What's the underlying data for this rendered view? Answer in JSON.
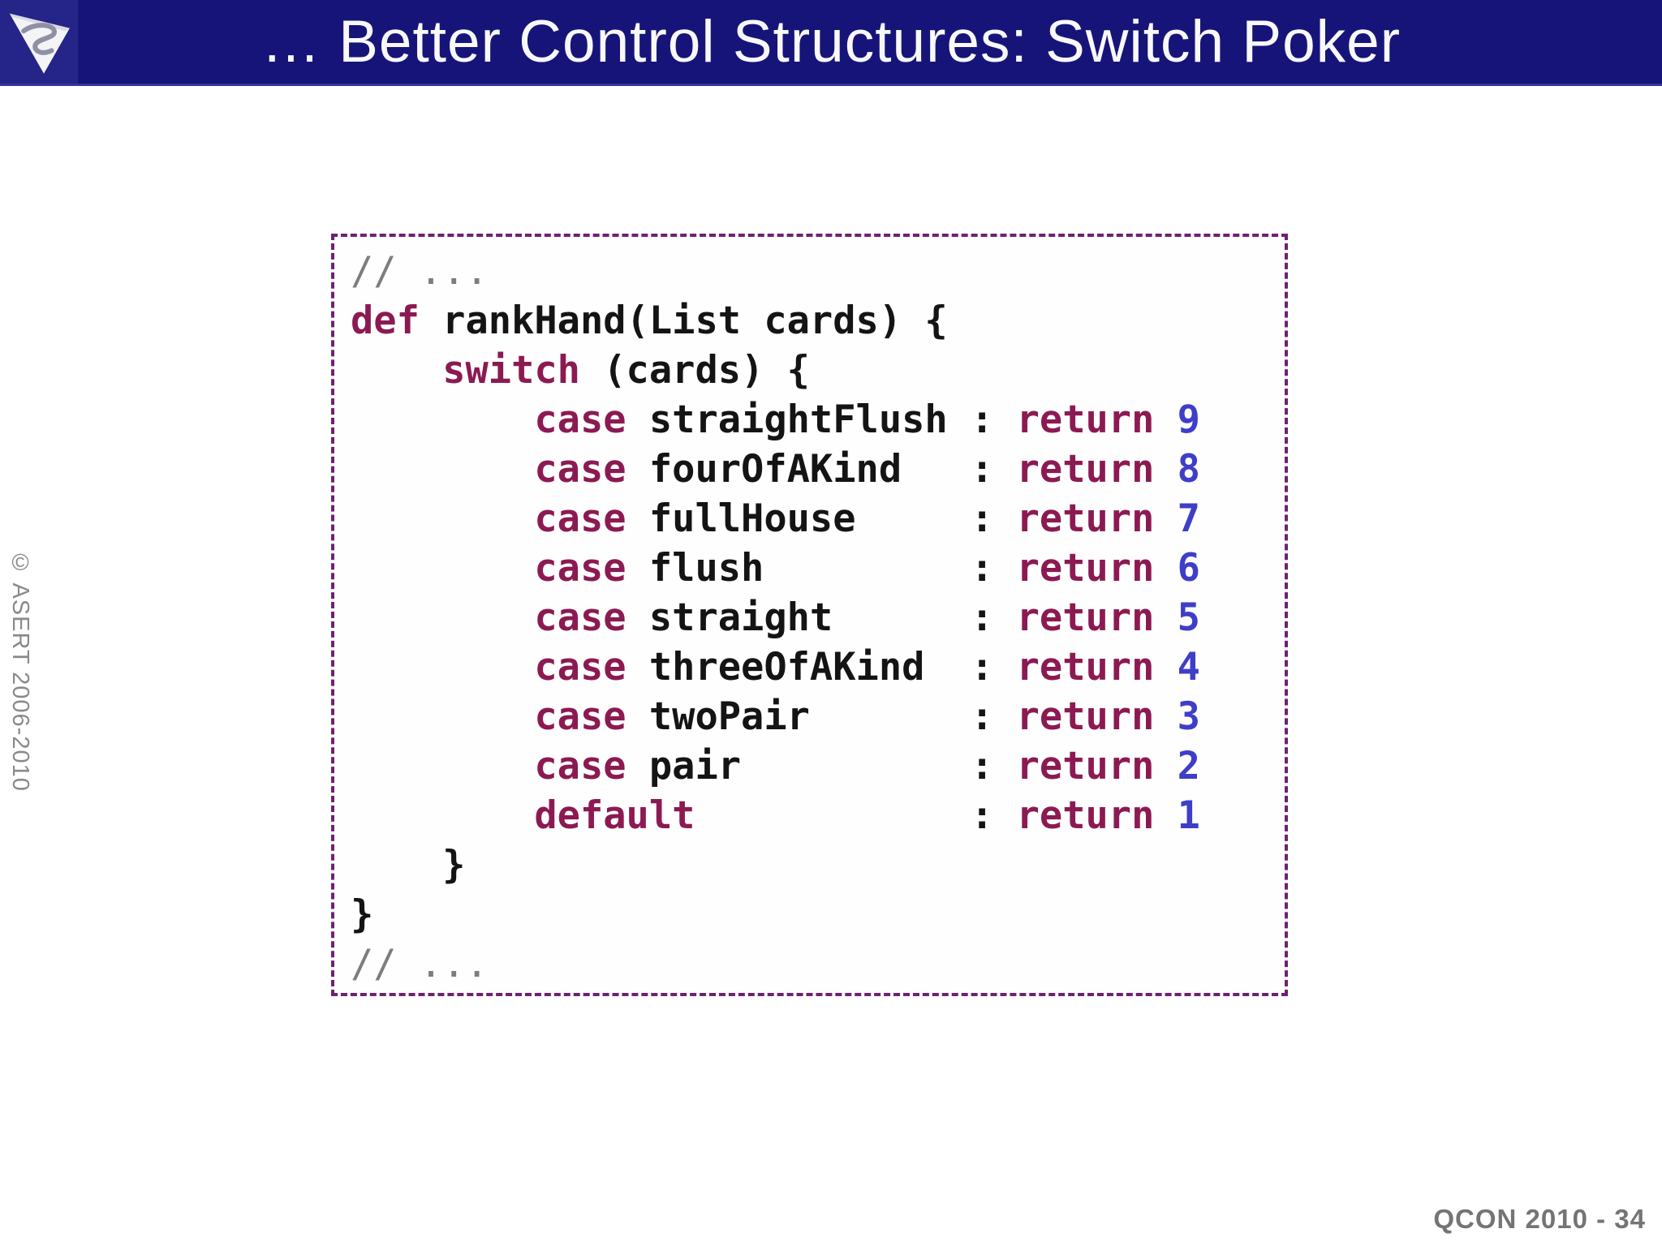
{
  "header": {
    "title": "… Better Control Structures: Switch Poker"
  },
  "sidebar": {
    "copyright": "© ASERT 2006-2010"
  },
  "footer": {
    "page_label": "QCON 2010 - 34"
  },
  "colors": {
    "header_bg": "#171479",
    "logo_bg": "#242489",
    "keyword": "#8c1a52",
    "number": "#3e3ec9",
    "comment": "#7d7d7d",
    "code_text": "#141414",
    "border": "#6f2173",
    "footer_text": "#747474"
  },
  "icons": {
    "logo": "asert-triangle-s-logo"
  },
  "code": {
    "lines": [
      {
        "tokens": [
          {
            "text": "// ...",
            "type": "comment"
          }
        ]
      },
      {
        "tokens": [
          {
            "text": "def",
            "type": "keyword"
          },
          {
            "text": " rankHand(List cards) {",
            "type": "plain"
          }
        ]
      },
      {
        "tokens": [
          {
            "text": "    ",
            "type": "plain"
          },
          {
            "text": "switch",
            "type": "keyword"
          },
          {
            "text": " (cards) {",
            "type": "plain"
          }
        ]
      },
      {
        "tokens": [
          {
            "text": "        ",
            "type": "plain"
          },
          {
            "text": "case",
            "type": "keyword"
          },
          {
            "text": " straightFlush : ",
            "type": "plain"
          },
          {
            "text": "return",
            "type": "keyword"
          },
          {
            "text": " 9",
            "type": "number"
          }
        ]
      },
      {
        "tokens": [
          {
            "text": "        ",
            "type": "plain"
          },
          {
            "text": "case",
            "type": "keyword"
          },
          {
            "text": " fourOfAKind   : ",
            "type": "plain"
          },
          {
            "text": "return",
            "type": "keyword"
          },
          {
            "text": " 8",
            "type": "number"
          }
        ]
      },
      {
        "tokens": [
          {
            "text": "        ",
            "type": "plain"
          },
          {
            "text": "case",
            "type": "keyword"
          },
          {
            "text": " fullHouse     : ",
            "type": "plain"
          },
          {
            "text": "return",
            "type": "keyword"
          },
          {
            "text": " 7",
            "type": "number"
          }
        ]
      },
      {
        "tokens": [
          {
            "text": "        ",
            "type": "plain"
          },
          {
            "text": "case",
            "type": "keyword"
          },
          {
            "text": " flush         : ",
            "type": "plain"
          },
          {
            "text": "return",
            "type": "keyword"
          },
          {
            "text": " 6",
            "type": "number"
          }
        ]
      },
      {
        "tokens": [
          {
            "text": "        ",
            "type": "plain"
          },
          {
            "text": "case",
            "type": "keyword"
          },
          {
            "text": " straight      : ",
            "type": "plain"
          },
          {
            "text": "return",
            "type": "keyword"
          },
          {
            "text": " 5",
            "type": "number"
          }
        ]
      },
      {
        "tokens": [
          {
            "text": "        ",
            "type": "plain"
          },
          {
            "text": "case",
            "type": "keyword"
          },
          {
            "text": " threeOfAKind  : ",
            "type": "plain"
          },
          {
            "text": "return",
            "type": "keyword"
          },
          {
            "text": " 4",
            "type": "number"
          }
        ]
      },
      {
        "tokens": [
          {
            "text": "        ",
            "type": "plain"
          },
          {
            "text": "case",
            "type": "keyword"
          },
          {
            "text": " twoPair       : ",
            "type": "plain"
          },
          {
            "text": "return",
            "type": "keyword"
          },
          {
            "text": " 3",
            "type": "number"
          }
        ]
      },
      {
        "tokens": [
          {
            "text": "        ",
            "type": "plain"
          },
          {
            "text": "case",
            "type": "keyword"
          },
          {
            "text": " pair          : ",
            "type": "plain"
          },
          {
            "text": "return",
            "type": "keyword"
          },
          {
            "text": " 2",
            "type": "number"
          }
        ]
      },
      {
        "tokens": [
          {
            "text": "        ",
            "type": "plain"
          },
          {
            "text": "default",
            "type": "keyword"
          },
          {
            "text": "            : ",
            "type": "plain"
          },
          {
            "text": "return",
            "type": "keyword"
          },
          {
            "text": " 1",
            "type": "number"
          }
        ]
      },
      {
        "tokens": [
          {
            "text": "    }",
            "type": "plain"
          }
        ]
      },
      {
        "tokens": [
          {
            "text": "}",
            "type": "plain"
          }
        ]
      },
      {
        "tokens": [
          {
            "text": "// ...",
            "type": "comment"
          }
        ]
      }
    ]
  }
}
